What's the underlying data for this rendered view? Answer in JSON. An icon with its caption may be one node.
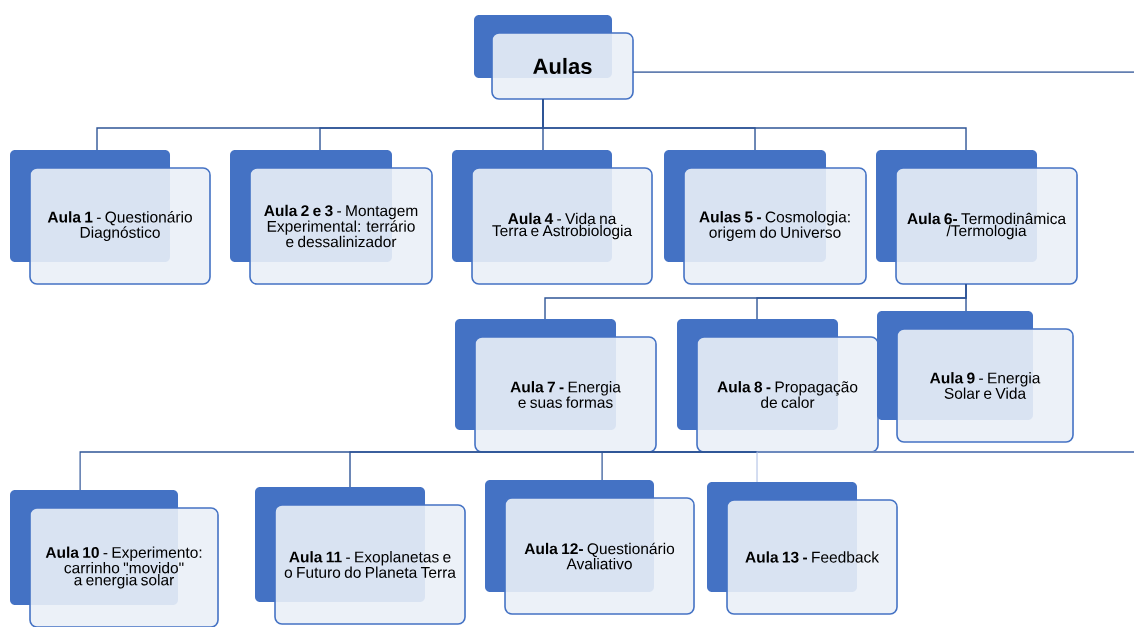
{
  "diagram": {
    "nodes": [
      {
        "text": [
          "Aulas"
        ]
      },
      {
        "text": [
          "**Aula 1** - Questionário Diagnóstico"
        ]
      },
      {
        "text": [
          "**Aula 2 e 3** - Montagem Experimental: terrário e dessalinizador"
        ]
      },
      {
        "text": [
          "**Aula 4** - Vida na Terra e Astrobiologia"
        ]
      },
      {
        "text": [
          "**Aulas 5 -** Cosmologia: origem do Universo"
        ]
      },
      {
        "text": [
          "**Aula 6-** Termodinâmica /Termologia"
        ]
      },
      {
        "text": [
          "**Aula 7 -** Energia e suas formas"
        ]
      },
      {
        "text": [
          "**Aula 8 -** Propagação de calor"
        ]
      },
      {
        "text": [
          "**Aula 9** - Energia Solar e Vida"
        ]
      },
      {
        "text": [
          "**Aula 10** - Experimento: carrinho \"movido\" a energia solar"
        ]
      },
      {
        "text": [
          "**Aula 11** - Exoplanetas e o Futuro do Planeta Terra"
        ]
      },
      {
        "text": [
          "**Aula 12-** Questionário Avaliativo"
        ]
      },
      {
        "text": [
          "**Aula 13 -** Feedback"
        ]
      }
    ],
    "edges": [
      {
        "from": 0,
        "to": 1,
        "arrow": "none"
      },
      {
        "from": 0,
        "to": 2,
        "arrow": "none"
      },
      {
        "from": 0,
        "to": 3,
        "arrow": "none"
      },
      {
        "from": 0,
        "to": 4,
        "arrow": "none"
      },
      {
        "from": 0,
        "to": 5,
        "arrow": "none"
      },
      {
        "from": 5,
        "to": 6,
        "arrow": "none"
      },
      {
        "from": 5,
        "to": 7,
        "arrow": "none"
      },
      {
        "from": 5,
        "to": 8,
        "arrow": "none"
      },
      {
        "from": 0,
        "to": null,
        "arrow": "none"
      },
      {
        "from": null,
        "to": 9,
        "arrow": "none"
      },
      {
        "from": null,
        "to": 10,
        "arrow": "none"
      },
      {
        "from": null,
        "to": 11,
        "arrow": "none"
      },
      {
        "from": null,
        "to": 12,
        "arrow": "none",
        "color": "#a9bbe3"
      }
    ]
  }
}
